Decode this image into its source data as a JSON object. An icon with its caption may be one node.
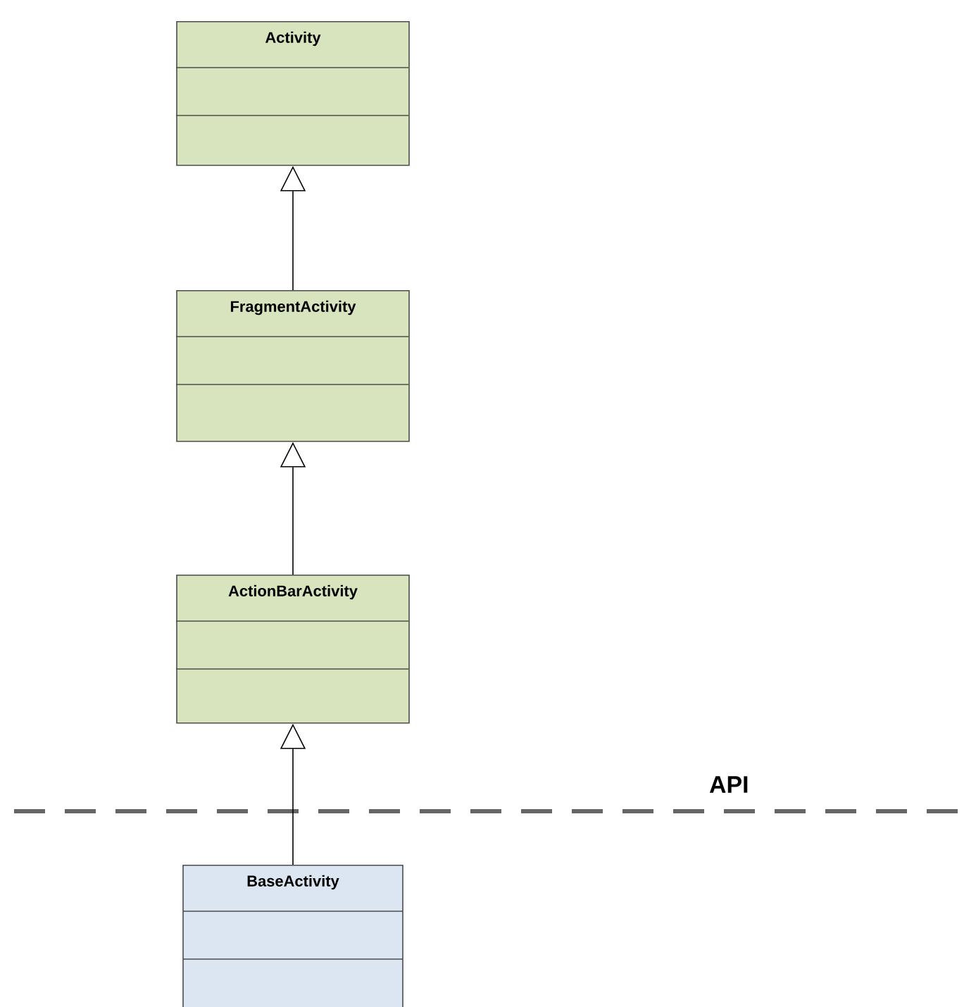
{
  "diagram": {
    "nodes": [
      {
        "text": [
          "Activity"
        ]
      },
      {
        "text": [
          "FragmentActivity"
        ]
      },
      {
        "text": [
          "ActionBarActivity"
        ]
      },
      {
        "text": [
          "BaseActivity"
        ]
      }
    ],
    "edges": [
      {
        "from": 1,
        "to": 0,
        "arrow": "to"
      },
      {
        "from": 2,
        "to": 1,
        "arrow": "to"
      },
      {
        "from": 3,
        "to": 2,
        "arrow": "to"
      }
    ],
    "labels": [
      "API"
    ]
  }
}
